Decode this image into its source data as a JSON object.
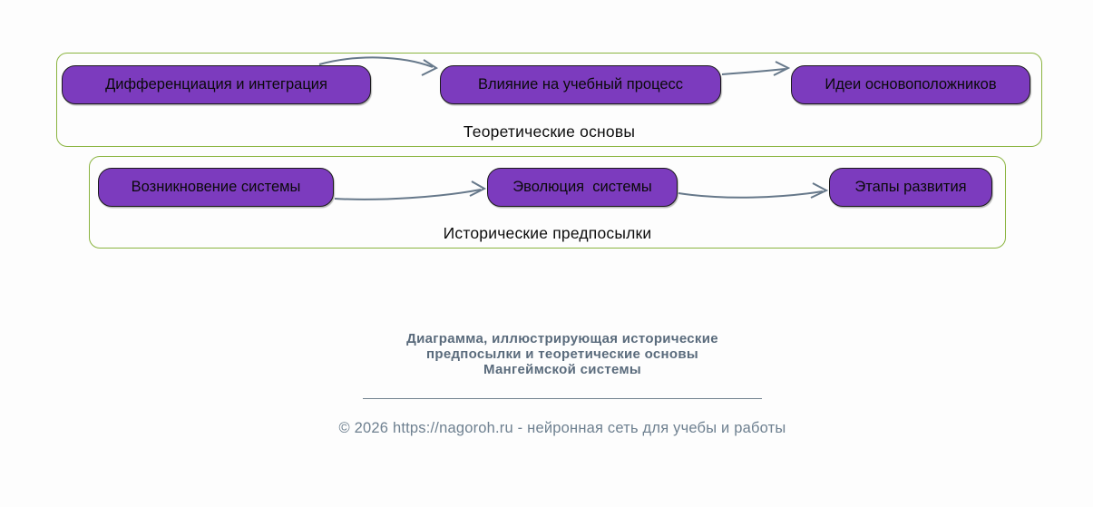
{
  "colors": {
    "node_fill": "#7c3bbe",
    "node_border": "#1a1a1a",
    "group_border": "#8ab43f",
    "arrow": "#66788a",
    "caption_text": "#5a6b7c",
    "footer_text": "#6e8090",
    "background": "#fdfdfd"
  },
  "groups": [
    {
      "label": "Теоретические основы",
      "nodes": [
        {
          "label": "Дифференциация и интеграция"
        },
        {
          "label": "Влияние на учебный процесс"
        },
        {
          "label": "Идеи основоположников"
        }
      ]
    },
    {
      "label": "Исторические предпосылки",
      "nodes": [
        {
          "label": "Возникновение системы"
        },
        {
          "label": "Эволюция  системы"
        },
        {
          "label": "Этапы развития"
        }
      ]
    }
  ],
  "caption": {
    "lines": [
      "Диаграмма, иллюстрирующая исторические",
      "предпосылки и теоретические основы",
      "Мангеймской системы"
    ]
  },
  "footer": "© 2026 https://nagoroh.ru - нейронная сеть для учебы и работы"
}
